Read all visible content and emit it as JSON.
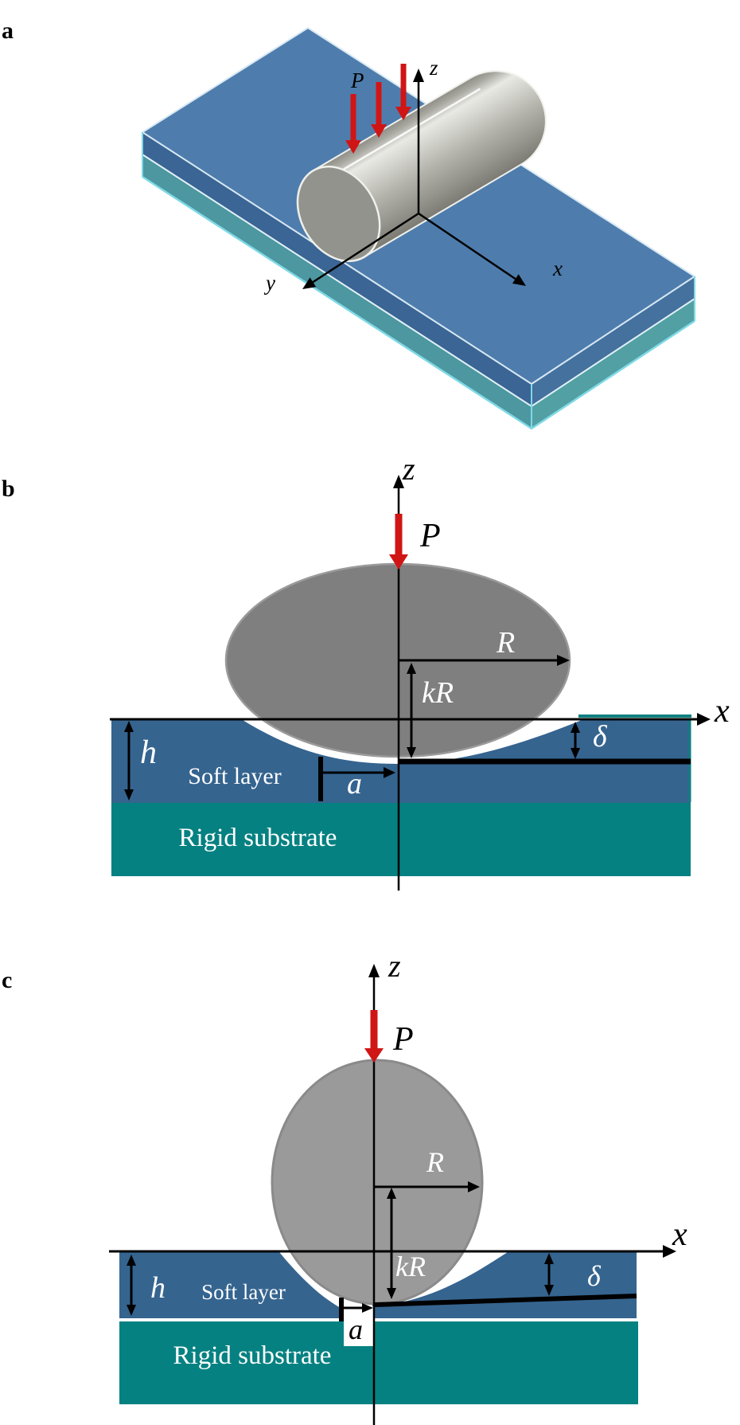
{
  "figure": {
    "description": "Schematic of a rigid cylinder indenting a soft layer bonded to a rigid substrate",
    "colors": {
      "soft_layer_blue": "#35648f",
      "substrate_teal": "#068181",
      "slab_top_blue": "#4e7dad",
      "slab_side_blue": "#3a6594",
      "slab_teal_band": "#4c97a0",
      "cylinder_gray_b": "#7f7f7f",
      "cylinder_gray_c": "#9a9a9a",
      "force_arrow_red": "#d01515",
      "label_white": "#ffffff",
      "line_black": "#000000"
    }
  },
  "a": {
    "panel_letter": "a",
    "P": "P",
    "x": "x",
    "y": "y",
    "z": "z"
  },
  "b": {
    "panel_letter": "b",
    "P": "P",
    "x": "x",
    "z": "z",
    "R": "R",
    "kR": "kR",
    "delta": "δ",
    "h": "h",
    "a": "a",
    "soft_layer": "Soft layer",
    "rigid_substrate": "Rigid substrate"
  },
  "c": {
    "panel_letter": "c",
    "P": "P",
    "x": "x",
    "z": "z",
    "R": "R",
    "kR": "kR",
    "delta": "δ",
    "h": "h",
    "a": "a",
    "soft_layer": "Soft layer",
    "rigid_substrate": "Rigid substrate"
  }
}
